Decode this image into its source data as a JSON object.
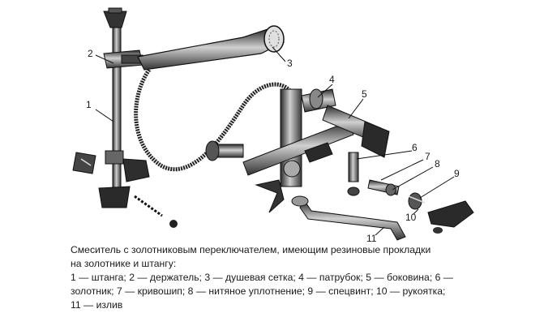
{
  "diagram": {
    "callouts": [
      "1",
      "2",
      "3",
      "4",
      "5",
      "6",
      "7",
      "8",
      "9",
      "10",
      "11"
    ]
  },
  "caption": {
    "line1": "Смеситель с золотниковым переключателем, имеющим резиновые прокладки",
    "line2": "на золотнике и штангу:",
    "line3": "1 — штанга; 2 — держатель; 3 — душевая сетка; 4 — патрубок; 5 — боковина; 6 —",
    "line4": "золотник; 7 — кривошип; 8 — нитяное уплотнение; 9 — спецвинт; 10 — рукоятка;",
    "line5": "11 — излив"
  }
}
